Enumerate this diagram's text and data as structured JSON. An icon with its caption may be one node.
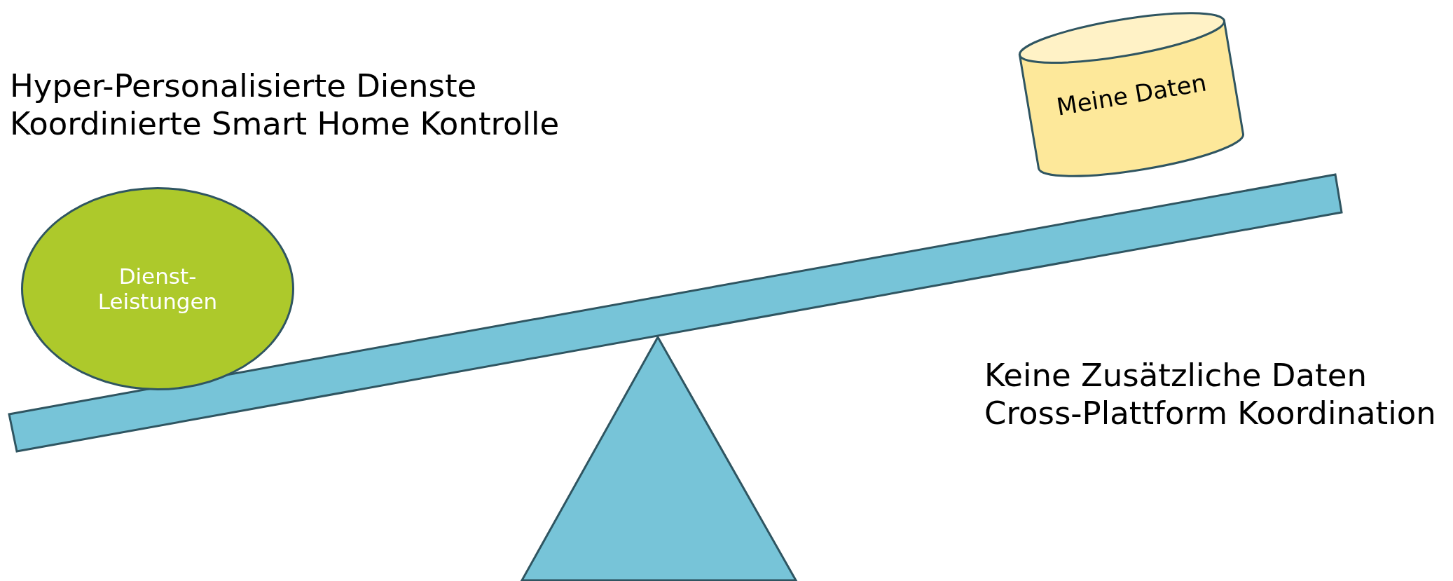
{
  "diagram": {
    "nodes": [
      {
        "text": [
          "Dienst- Leistungen"
        ]
      },
      {
        "text": [
          "Meine Daten"
        ]
      }
    ],
    "labels": [
      "Hyper-Personalisierte Dienste",
      "Koordinierte Smart Home Kontrolle",
      "Keine Zusätzliche Daten",
      "Cross-Plattform Koordination"
    ]
  }
}
